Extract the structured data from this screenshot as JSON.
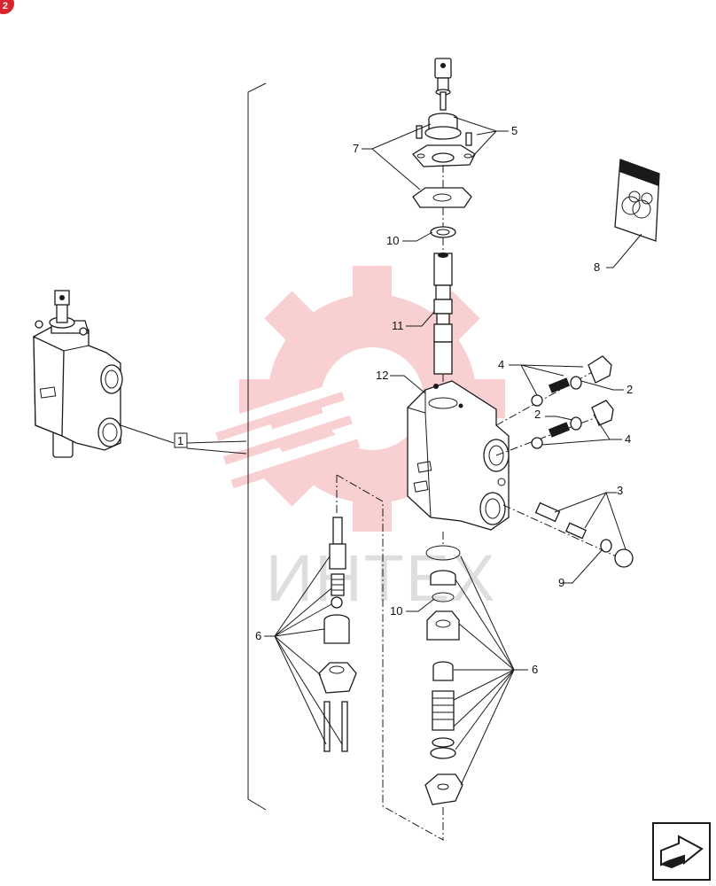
{
  "badge": {
    "text": "2",
    "color": "#d8232a"
  },
  "watermark": {
    "text": "ИНТЕХ",
    "color": "#f7c9cc"
  },
  "callouts": {
    "ref_box": "1",
    "c2a": "2",
    "c2b": "2",
    "c3": "3",
    "c4a": "4",
    "c4b": "4",
    "c5": "5",
    "c6a": "6",
    "c6b": "6",
    "c7": "7",
    "c8": "8",
    "c9": "9",
    "c10a": "10",
    "c10b": "10",
    "c11": "11",
    "c12": "12"
  },
  "icons": {
    "nav": "arrow-next-icon"
  }
}
